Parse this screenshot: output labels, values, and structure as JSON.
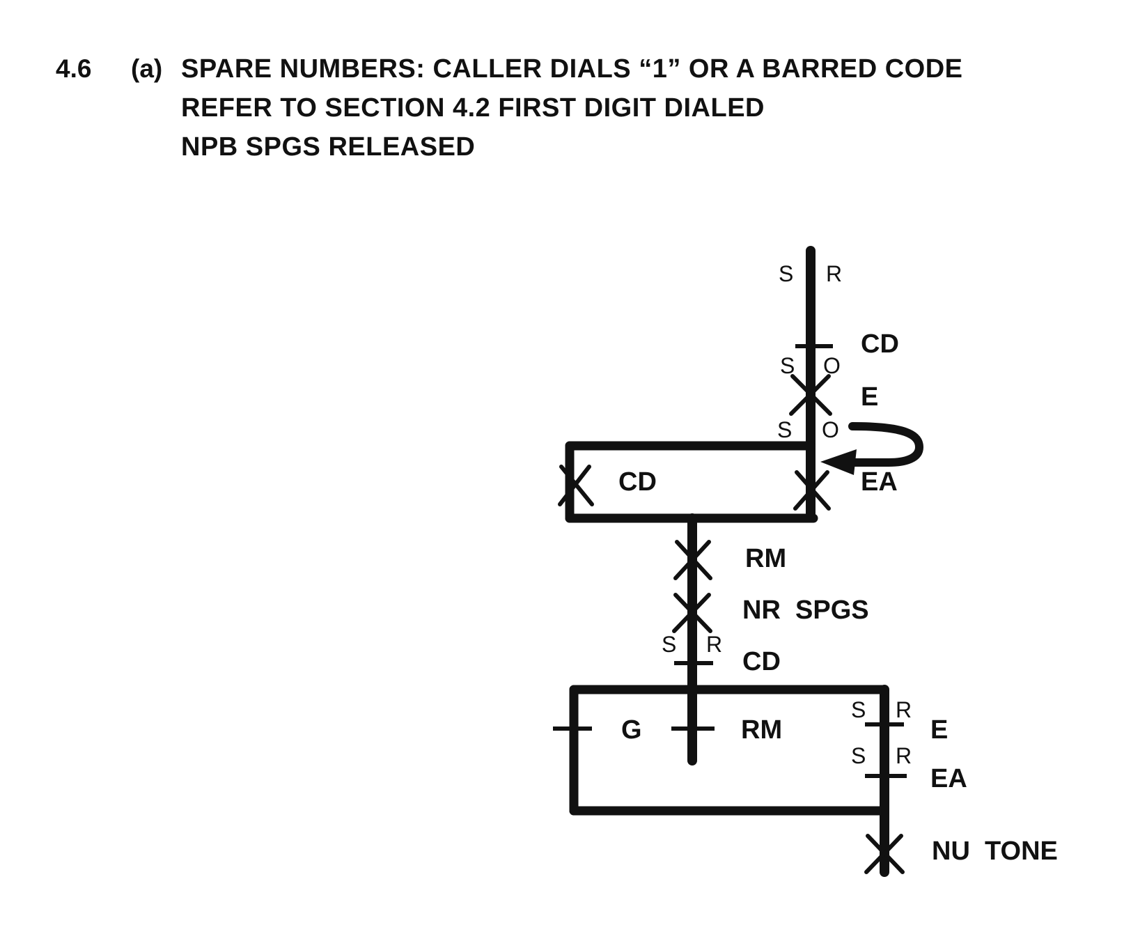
{
  "heading": {
    "section": "4.6",
    "sub": "(a)",
    "line1": "SPARE NUMBERS:  CALLER DIALS “1” OR A BARRED CODE",
    "line2": "REFER TO SECTION 4.2  FIRST DIGIT DIALED",
    "line3": "NPB SPGS RELEASED"
  },
  "diagram": {
    "top": {
      "s": "S",
      "r": "R"
    },
    "cd_top": {
      "label": "CD",
      "s": "S",
      "o": "O"
    },
    "e_top": {
      "label": "E",
      "s": "S",
      "o": "O"
    },
    "ea_top": "EA",
    "box1_label": "CD",
    "rm1": "RM",
    "nr": "NR  SPGS",
    "cd_mid": {
      "label": "CD",
      "s": "S",
      "r": "R"
    },
    "g": "G",
    "rm2": "RM",
    "e_low": {
      "label": "E",
      "s": "S",
      "r": "R"
    },
    "ea_low": {
      "label": "EA",
      "s": "S",
      "r": "R"
    },
    "nu_tone": "NU  TONE"
  },
  "colors": {
    "ink": "#111111",
    "paper": "#ffffff"
  }
}
